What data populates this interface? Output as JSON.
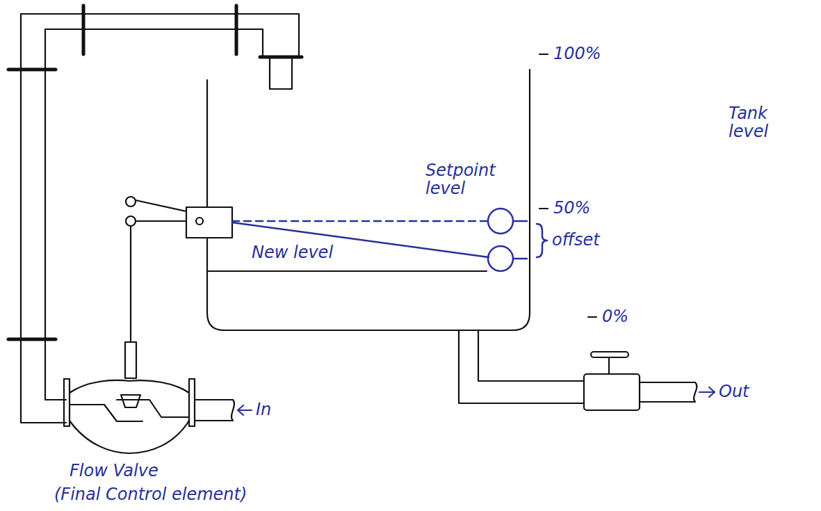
{
  "diagram": {
    "labels": [
      "100%",
      "Tank level",
      "Setpoint level",
      "50%",
      "offset",
      "New level",
      "0%",
      "In",
      "Out",
      "Flow Valve",
      "(Final Control element)"
    ]
  }
}
